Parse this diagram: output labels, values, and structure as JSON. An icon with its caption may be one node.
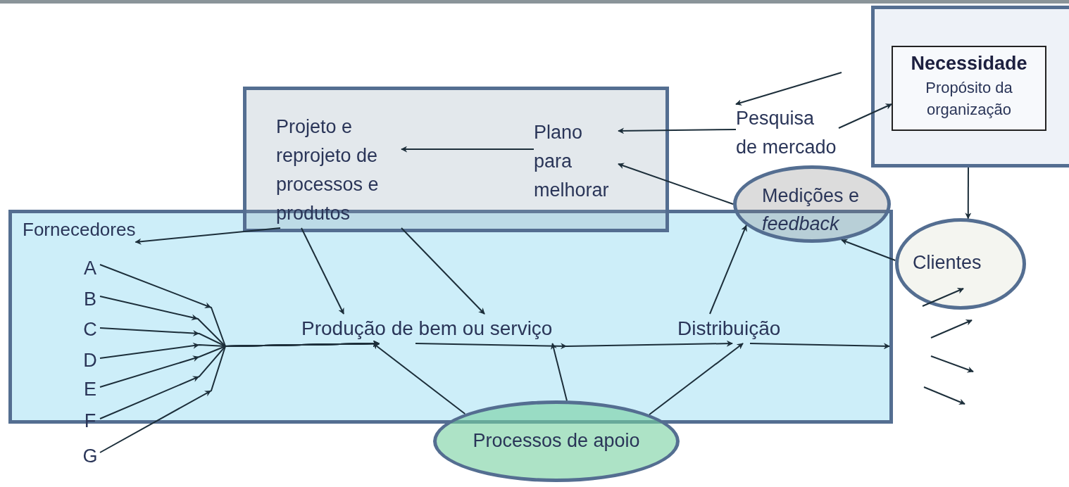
{
  "diagram": {
    "nodes": [
      {
        "text": [],
        "shape": "box"
      },
      {
        "text": [
          "Projeto e reprojeto de processos e produtos"
        ],
        "in": 0
      },
      {
        "text": [
          "Plano para melhorar"
        ],
        "in": 0
      },
      {
        "text": [
          "Pesquisa de mercado"
        ]
      },
      {
        "text": [],
        "shape": "box"
      },
      {
        "text": [
          "Necessidade",
          "Propósito da organização"
        ],
        "in": 4
      },
      {
        "text": [
          "Medições e *feedback*"
        ]
      },
      {
        "text": [],
        "shape": "box"
      },
      {
        "text": [
          "Fornecedores"
        ],
        "in": 7
      },
      {
        "text": [
          "A"
        ],
        "in": 7
      },
      {
        "text": [
          "B"
        ],
        "in": 7
      },
      {
        "text": [
          "C"
        ],
        "in": 7
      },
      {
        "text": [
          "D"
        ],
        "in": 7
      },
      {
        "text": [
          "E"
        ],
        "in": 7
      },
      {
        "text": [
          "F"
        ]
      },
      {
        "text": [
          "G"
        ]
      },
      {
        "text": [
          "Produção de bem ou serviço"
        ],
        "in": 7
      },
      {
        "text": [
          "Distribuição"
        ],
        "in": 7
      },
      {
        "text": [
          "Clientes"
        ]
      },
      {
        "text": [
          "Processos de apoio"
        ]
      }
    ],
    "edges": [
      {
        "from": null,
        "to": 3,
        "arrow": "to"
      },
      {
        "from": 3,
        "to": 5,
        "arrow": "to"
      },
      {
        "from": 3,
        "to": 2,
        "arrow": "to"
      },
      {
        "from": 2,
        "to": 1,
        "arrow": "to"
      },
      {
        "from": 1,
        "to": 8,
        "arrow": "to"
      },
      {
        "from": 1,
        "to": 16,
        "arrow": "to"
      },
      {
        "from": 1,
        "to": 16,
        "arrow": "to"
      },
      {
        "from": 9,
        "to": 16,
        "arrow": "to"
      },
      {
        "from": 10,
        "to": 16,
        "arrow": "to"
      },
      {
        "from": 11,
        "to": 16,
        "arrow": "to"
      },
      {
        "from": 12,
        "to": 16,
        "arrow": "to"
      },
      {
        "from": 13,
        "to": 16,
        "arrow": "to"
      },
      {
        "from": 14,
        "to": 16,
        "arrow": "to"
      },
      {
        "from": 15,
        "to": 16,
        "arrow": "to"
      },
      {
        "from": 16,
        "to": 17,
        "arrow": "to"
      },
      {
        "from": 17,
        "to": null,
        "arrow": "to"
      },
      {
        "from": 19,
        "to": 16,
        "arrow": "to"
      },
      {
        "from": 19,
        "to": 16,
        "arrow": "to"
      },
      {
        "from": 19,
        "to": 17,
        "arrow": "to"
      },
      {
        "from": 17,
        "to": 6,
        "arrow": "to"
      },
      {
        "from": 18,
        "to": 6,
        "arrow": "to"
      },
      {
        "from": 6,
        "to": 2,
        "arrow": "to"
      },
      {
        "from": 4,
        "to": 18,
        "arrow": "to"
      }
    ]
  }
}
